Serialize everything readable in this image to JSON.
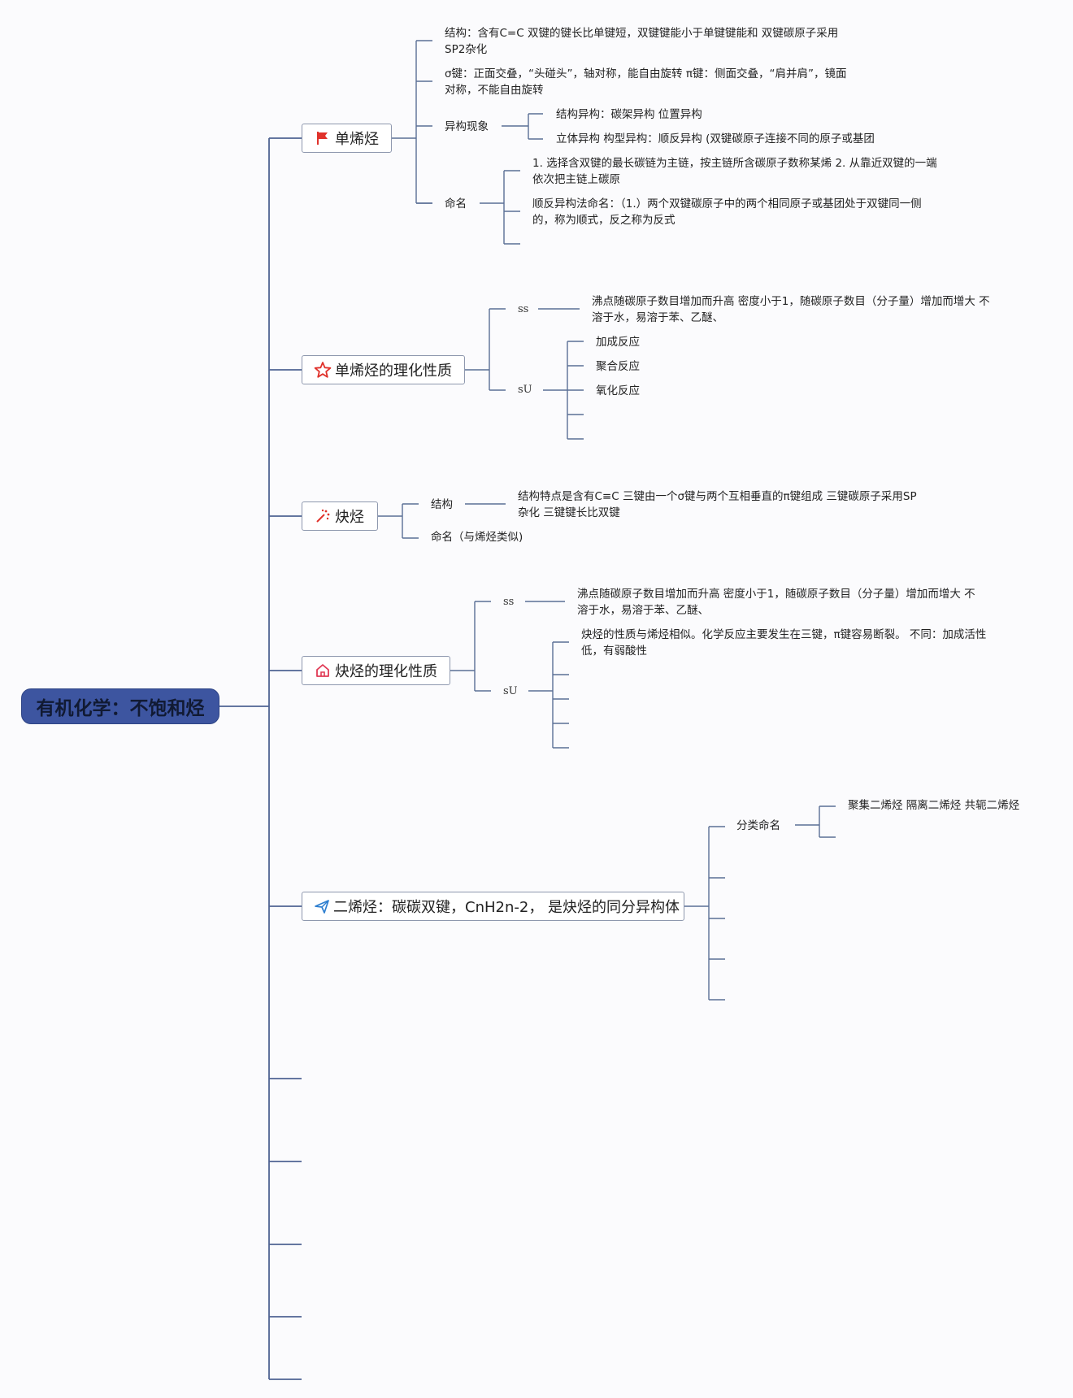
{
  "root": {
    "label": "有机化学：不饱和烃"
  },
  "topics": {
    "t1": {
      "label": "单烯烃",
      "icon": "flag-icon"
    },
    "t2": {
      "label": "单烯烃的理化性质",
      "icon": "star-icon"
    },
    "t3": {
      "label": "炔烃",
      "icon": "wand-icon"
    },
    "t4": {
      "label": "炔烃的理化性质",
      "icon": "home-icon"
    },
    "t5": {
      "label": "二烯烃：碳碳双键，CnH2n-2， 是炔烃的同分异构体",
      "icon": "send-icon"
    }
  },
  "t1": {
    "structure": "结构：含有C=C 双键的键长比单键短，双键键能小于单键键能和 双键碳原子采用SP2杂化",
    "sigma": "σ键：正面交叠，“头碰头”，轴对称，能自由旋转 π键：侧面交叠，“肩并肩”，镜面对称，不能自由旋转",
    "isomer": "异构现象",
    "isomer_a": "结构异构：碳架异构 位置异构",
    "isomer_b": "立体异构 构型异构：顺反异构 (双键碳原子连接不同的原子或基团",
    "naming": "命名",
    "naming_a": "1. 选择含双键的最长碳链为主链，按主链所含碳原子数称某烯 2. 从靠近双键的一端依次把主链上碳原",
    "naming_b": "顺反异构法命名：（1.）两个双键碳原子中的两个相同原子或基团处于双键同一侧的，称为顺式，反之称为反式"
  },
  "t2": {
    "ss": "ss",
    "ss_text": "沸点随碳原子数目增加而升高 密度小于1，随碳原子数目（分子量）增加而增大 不溶于水，易溶于苯、乙醚、",
    "su": "sU",
    "r1": "加成反应",
    "r2": "聚合反应",
    "r3": "氧化反应"
  },
  "t3": {
    "structure": "结构",
    "structure_text": "结构特点是含有C≡C 三键由一个σ键与两个互相垂直的π键组成 三键碳原子采用SP杂化 三键键长比双键",
    "naming": "命名（与烯烃类似)"
  },
  "t4": {
    "ss": "ss",
    "ss_text": "沸点随碳原子数目增加而升高 密度小于1，随碳原子数目（分子量）增加而增大 不溶于水，易溶于苯、乙醚、",
    "su": "sU",
    "su_text": "炔烃的性质与烯烃相似。化学反应主要发生在三键，π键容易断裂。 不同：加成活性低，有弱酸性"
  },
  "t5": {
    "class": "分类命名",
    "class_text": "聚集二烯烃 隔离二烯烃 共轭二烯烃"
  },
  "colors": {
    "root_bg": "#3d55a0",
    "line": "#5b6f95",
    "flag": "#e0322b",
    "star": "#e0322b",
    "wand": "#e0322b",
    "home": "#e03a55",
    "send": "#2e7fd0"
  }
}
